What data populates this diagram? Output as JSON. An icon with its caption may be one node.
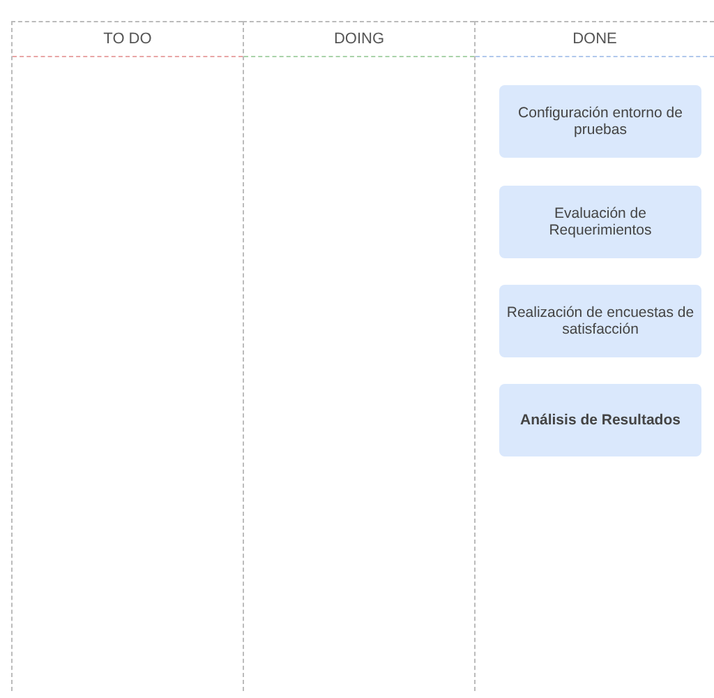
{
  "diagram": {
    "nodes": [
      {
        "text": [
          "TO DO"
        ]
      },
      {
        "text": [
          "DOING"
        ]
      },
      {
        "text": [
          "DONE"
        ]
      },
      {
        "text": [
          "Configuración entorno de pruebas"
        ],
        "in": 2
      },
      {
        "text": [
          "Evaluación de Requerimientos"
        ],
        "in": 2
      },
      {
        "text": [
          "Realización de encuestas de satisfacción"
        ],
        "in": 2
      },
      {
        "text": [
          "Análisis de Resultados"
        ],
        "in": 2
      }
    ]
  }
}
